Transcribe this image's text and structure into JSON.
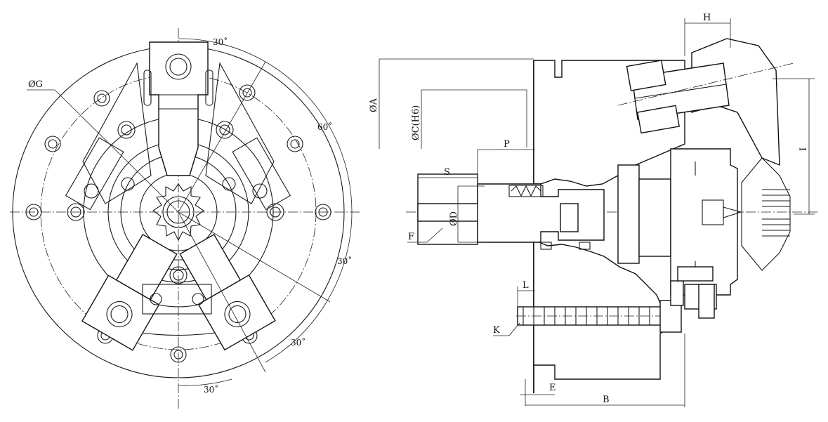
{
  "labels": {
    "G": "ØG",
    "A": "ØA",
    "C": "ØC(H6)",
    "D": "ØD",
    "H": "H",
    "I": "I",
    "P": "P",
    "S": "S",
    "F": "F",
    "L": "L",
    "K": "K",
    "E": "E",
    "B": "B"
  },
  "angles": {
    "top": "30˚",
    "upper_right": "60˚",
    "right": "30˚",
    "lower_right": "30˚",
    "bottom": "30˚"
  }
}
